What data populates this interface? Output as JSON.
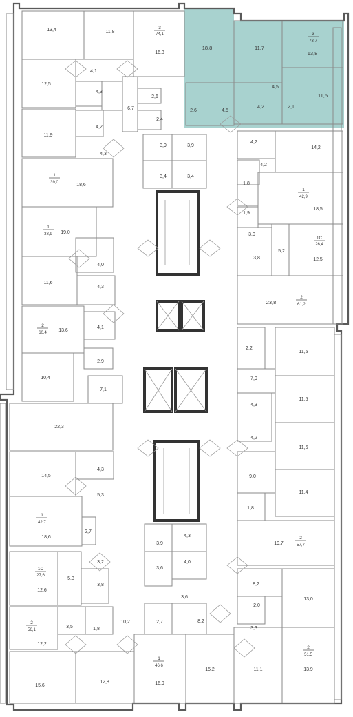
{
  "plan": {
    "highlight_color": "#8fc5c1",
    "areas": [
      "13,4",
      "11,8",
      "16,3",
      "4,1",
      "12,5",
      "4,3",
      "6,7",
      "2,6",
      "2,4",
      "4,2",
      "11,9",
      "4,3",
      "18,6",
      "19,0",
      "4,0",
      "11,6",
      "4,3",
      "4,1",
      "13,6",
      "2,9",
      "10,4",
      "7,1",
      "22,3",
      "4,3",
      "14,5",
      "5,3",
      "18,6",
      "2,7",
      "3,2",
      "5,3",
      "12,6",
      "3,8",
      "10,2",
      "3,5",
      "1,8",
      "12,2",
      "15,6",
      "12,8",
      "16,9",
      "2,7",
      "8,2",
      "15,2",
      "3,9",
      "3,9",
      "3,4",
      "3,4",
      "3,9",
      "4,3",
      "4,0",
      "3,6",
      "3,6",
      "18,8",
      "11,7",
      "13,8",
      "4,5",
      "2,6",
      "4,5",
      "4,2",
      "2,1",
      "11,5",
      "4,2",
      "14,2",
      "4,2",
      "1,8",
      "18,5",
      "1,9",
      "3,0",
      "5,2",
      "3,8",
      "12,5",
      "23,8",
      "2,2",
      "11,5",
      "7,9",
      "11,5",
      "4,3",
      "4,2",
      "11,6",
      "9,0",
      "11,4",
      "1,8",
      "19,7",
      "8,2",
      "13,0",
      "2,0",
      "3,3",
      "11,1",
      "13,9"
    ],
    "units": [
      {
        "rooms": "3",
        "total": "74,1"
      },
      {
        "rooms": "1",
        "total": "39,0"
      },
      {
        "rooms": "1",
        "total": "38,9"
      },
      {
        "rooms": "2",
        "total": "60,4"
      },
      {
        "rooms": "1",
        "total": "42,7"
      },
      {
        "rooms": "1С",
        "total": "27,6"
      },
      {
        "rooms": "2",
        "total": "56,1"
      },
      {
        "rooms": "1",
        "total": "46,6"
      },
      {
        "rooms": "3",
        "total": "73,7"
      },
      {
        "rooms": "1",
        "total": "42,9"
      },
      {
        "rooms": "1С",
        "total": "26,4"
      },
      {
        "rooms": "2",
        "total": "61,2"
      },
      {
        "rooms": "2",
        "total": "57,7"
      },
      {
        "rooms": "2",
        "total": "51,5"
      }
    ]
  }
}
